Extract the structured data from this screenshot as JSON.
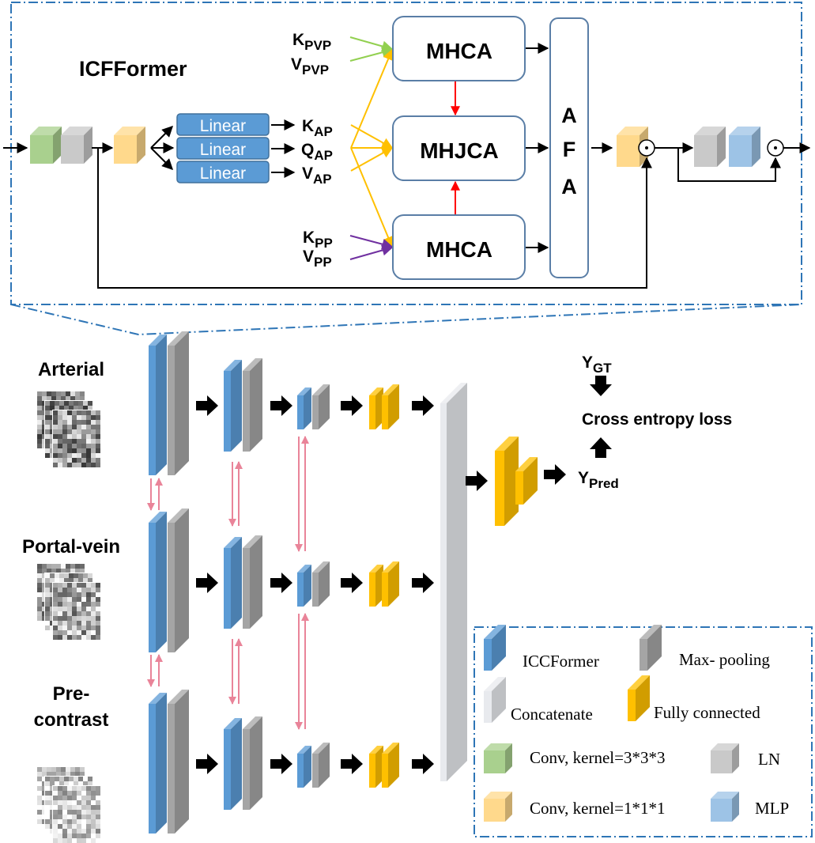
{
  "colors": {
    "frame": "#2e75b6",
    "linear_fill": "#5b9bd5",
    "linear_stroke": "#41719c",
    "box_stroke": "#5a7ea6",
    "green": "#a9d08e",
    "ln_gray": "#c9c9c9",
    "orange": "#ffd98c",
    "mlp_blue": "#9dc3e6",
    "icc_blue": "#5b9bd5",
    "pool_gray": "#a5a5a5",
    "fc_yellow": "#ffc000",
    "concat": "#e8eaee",
    "arrow_green": "#92d050",
    "arrow_yellow": "#ffc000",
    "arrow_purple": "#7030a0",
    "arrow_red": "#ff0000",
    "arrow_pink": "#e98499"
  },
  "icfformer": {
    "title": "ICFFormer",
    "linear_labels": [
      "Linear",
      "Linear",
      "Linear"
    ],
    "ap_labels": [
      {
        "main": "K",
        "sub": "AP"
      },
      {
        "main": "Q",
        "sub": "AP"
      },
      {
        "main": "V",
        "sub": "AP"
      }
    ],
    "pvp_labels": [
      {
        "main": "K",
        "sub": "PVP"
      },
      {
        "main": "V",
        "sub": "PVP"
      }
    ],
    "pp_labels": [
      {
        "main": "K",
        "sub": "PP"
      },
      {
        "main": "V",
        "sub": "PP"
      }
    ],
    "attention_blocks": [
      "MHCA",
      "MHJCA",
      "MHCA"
    ],
    "afa_letters": [
      "A",
      "F",
      "A"
    ],
    "hadamard_symbol": "⊙"
  },
  "phases": [
    {
      "label_lines": [
        "Arterial"
      ]
    },
    {
      "label_lines": [
        "Portal-vein"
      ]
    },
    {
      "label_lines": [
        "Pre-",
        "contrast"
      ]
    }
  ],
  "output": {
    "gt": {
      "main": "Y",
      "sub": "GT"
    },
    "pred": {
      "main": "Y",
      "sub": "Pred"
    },
    "loss": "Cross entropy loss"
  },
  "legend": {
    "items": [
      {
        "icon": "icc-block-icon",
        "label": "ICCFormer"
      },
      {
        "icon": "maxpool-block-icon",
        "label": "Max- pooling"
      },
      {
        "icon": "concat-block-icon",
        "label": "Concatenate"
      },
      {
        "icon": "fc-block-icon",
        "label": "Fully connected"
      },
      {
        "icon": "conv3-cube-icon",
        "label": "Conv, kernel=3*3*3"
      },
      {
        "icon": "ln-cube-icon",
        "label": "LN"
      },
      {
        "icon": "conv1-cube-icon",
        "label": "Conv, kernel=1*1*1"
      },
      {
        "icon": "mlp-cube-icon",
        "label": "MLP"
      }
    ]
  }
}
